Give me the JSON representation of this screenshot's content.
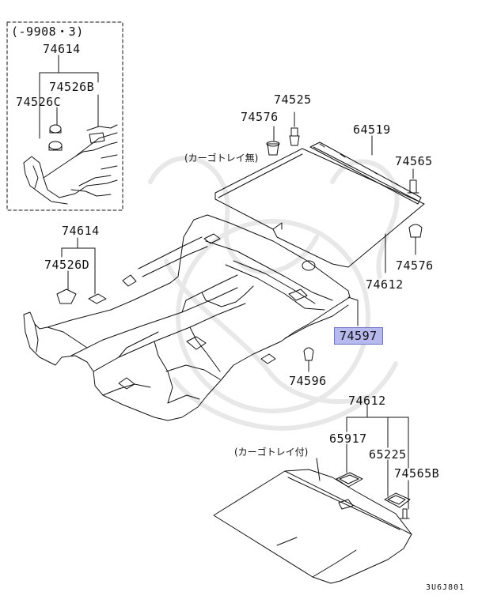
{
  "inset": {
    "date_note": "(-9908・3)",
    "labels": {
      "p74614": "74614",
      "p74526B": "74526B",
      "p74526C": "74526C"
    }
  },
  "main": {
    "labels": {
      "p74525": "74525",
      "p74576a": "74576",
      "p64519": "64519",
      "p74565": "74565",
      "p74576b": "74576",
      "p74612a": "74612",
      "p74614": "74614",
      "p74526D": "74526D",
      "p74597": "74597",
      "p74596": "74596",
      "p74612b": "74612",
      "p65917": "65917",
      "p65225": "65225",
      "p74565B": "74565B"
    },
    "notes": {
      "without_tray": "(カーゴトレイ無)",
      "with_tray": "(カーゴトレイ付)"
    },
    "highlight_color": "#b7b9ee"
  },
  "footer": {
    "diagram_code": "3U6J801"
  }
}
